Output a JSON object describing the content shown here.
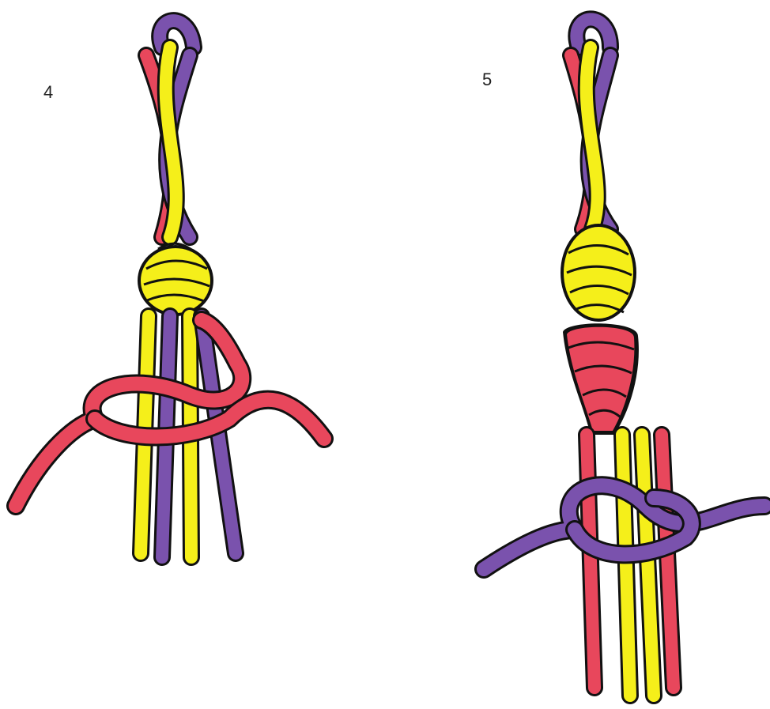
{
  "steps": [
    {
      "number": "4"
    },
    {
      "number": "5"
    }
  ],
  "colors": {
    "red": "#e8475c",
    "purple": "#7a52ad",
    "yellow": "#f5ef1a",
    "outline": "#111111"
  },
  "icons": [
    "step-4-knot-illustration",
    "step-5-knot-illustration"
  ]
}
